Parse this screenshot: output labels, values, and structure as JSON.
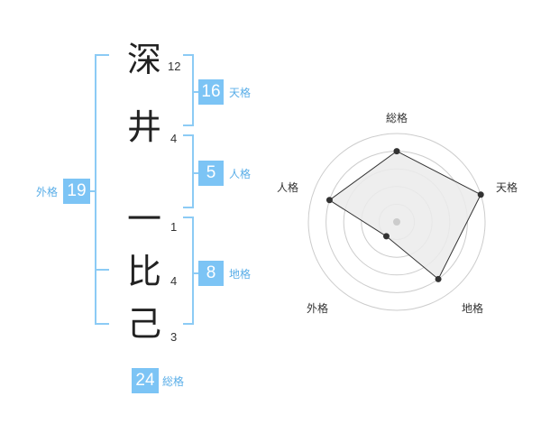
{
  "characters": [
    {
      "char": "深",
      "strokes": "12"
    },
    {
      "char": "井",
      "strokes": "4"
    },
    {
      "char": "一",
      "strokes": "1"
    },
    {
      "char": "比",
      "strokes": "4"
    },
    {
      "char": "己",
      "strokes": "3"
    }
  ],
  "kakusu": {
    "tenkaku": {
      "value": "16",
      "label": "天格"
    },
    "jinkaku": {
      "value": "5",
      "label": "人格"
    },
    "chikaku": {
      "value": "8",
      "label": "地格"
    },
    "gaikaku": {
      "value": "19",
      "label": "外格"
    },
    "soukaku": {
      "value": "24",
      "label": "総格"
    }
  },
  "chart_data": {
    "type": "radar",
    "axes": [
      "総格",
      "天格",
      "地格",
      "外格",
      "人格"
    ],
    "values": [
      4,
      5,
      4,
      1,
      4
    ],
    "max": 5,
    "rings": 5,
    "colors": {
      "fill": "#ebebeb",
      "line": "#333333",
      "grid": "#cccccc",
      "center": "#cccccc"
    }
  }
}
